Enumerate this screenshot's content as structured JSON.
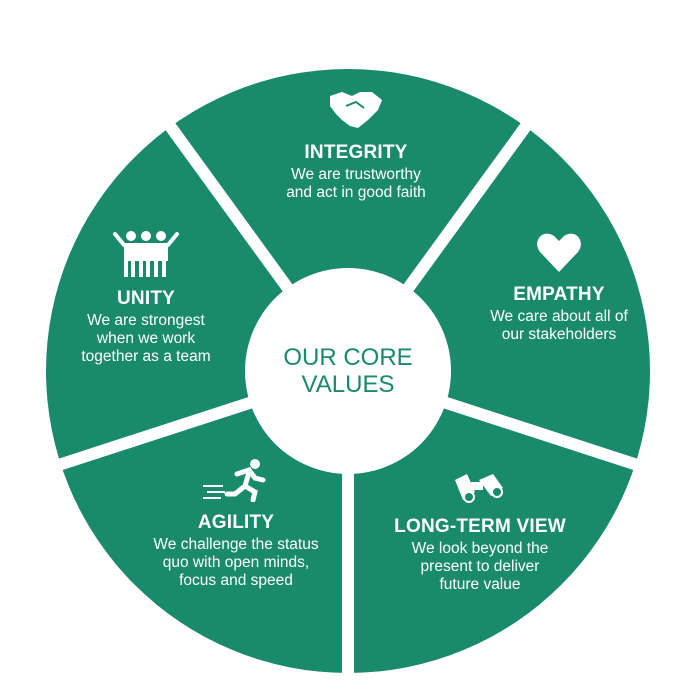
{
  "center": {
    "line1": "OUR CORE",
    "line2": "VALUES"
  },
  "colors": {
    "green": "#198a6c",
    "white": "#ffffff"
  },
  "values": [
    {
      "title": "INTEGRITY",
      "line1": "We are trustworthy",
      "line2": "and act in good faith",
      "icon": "handshake-icon"
    },
    {
      "title": "EMPATHY",
      "line1": "We care about all of",
      "line2": "our stakeholders",
      "icon": "heart-icon"
    },
    {
      "title": "LONG-TERM VIEW",
      "line1": "We look beyond the",
      "line2": "present to deliver",
      "line3": "future value",
      "icon": "binoculars-icon"
    },
    {
      "title": "AGILITY",
      "line1": "We challenge the status",
      "line2": "quo with open minds,",
      "line3": "focus and speed",
      "icon": "running-person-icon"
    },
    {
      "title": "UNITY",
      "line1": "We are strongest",
      "line2": "when we work",
      "line3": "together as a team",
      "icon": "team-icon"
    }
  ]
}
